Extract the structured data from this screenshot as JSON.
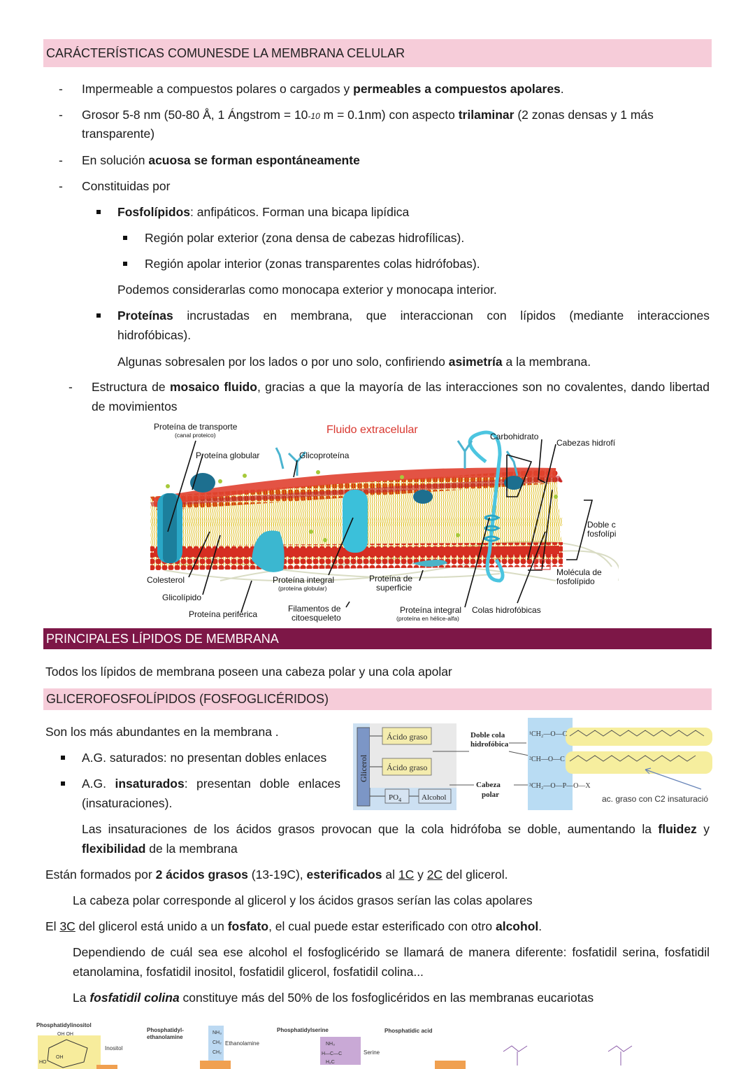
{
  "section1": {
    "title_bold": "CARÁCTERÍSTICAS COMUNES",
    "title_rest": " DE LA MEMBRANA CELULAR",
    "b1_pre": "Impermeable a compuestos polares o cargados y ",
    "b1_bold": "permeables a compuestos apolares",
    "b1_post": ".",
    "b2_pre": "Grosor 5-8 nm (50-80 Å, 1 Ángstrom = 10",
    "b2_sup": "-10",
    "b2_mid": " m = 0.1nm) con aspecto ",
    "b2_bold": "trilaminar",
    "b2_post": " (2 zonas densas y 1 más",
    "b2_line2": "transparente)",
    "b3_pre": "En solución ",
    "b3_bold": "acuosa se forman espontáneamente",
    "b4": "Constituidas por",
    "fos_bold": "Fosfolípidos",
    "fos_rest": ": anfipáticos. Forman una bicapa lipídica",
    "reg1": "Región polar exterior (zona densa de cabezas hidrofílicas).",
    "reg2": "Región apolar interior (zonas transparentes colas hidrófobas).",
    "mono": "Podemos considerarlas como monocapa exterior y monocapa interior.",
    "prot_bold": "Proteínas",
    "prot_rest": " incrustadas en membrana, que interaccionan con lípidos (mediante interacciones",
    "prot_line2": "hidrofóbicas).",
    "algunas_pre": "Algunas sobresalen por los lados o por uno solo, confiriendo ",
    "algunas_bold": "asimetría",
    "algunas_post": " a la membrana.",
    "mos_pre": "Estructura de ",
    "mos_bold": "mosaico fluido",
    "mos_post": ", gracias a que la mayoría de las interacciones son no covalentes, dando libertad",
    "mos_line2": "de movimientos"
  },
  "membrane_figure": {
    "title": "Fluido extracelular",
    "labels": {
      "transport": "Proteína de transporte",
      "transport_sub": "(canal proteico)",
      "globular": "Proteína globular",
      "glicoproteina": "Glicoproteína",
      "carbohidrato": "Carbohidrato",
      "cabezas": "Cabezas hidrofí",
      "doble": "Doble c",
      "doble2": "fosfolípi",
      "molecula": "Molécula de",
      "molecula2": "fosfolípido",
      "colesterol": "Colesterol",
      "glicolipido": "Glicolípido",
      "periferica": "Proteína periférica",
      "integral": "Proteína integral",
      "integral_sub": "(proteína globular)",
      "filamentos": "Filamentos de",
      "filamentos2": "citoesqueleto",
      "superficie": "Proteína de",
      "superficie2": "superficie",
      "integral2": "Proteína integral",
      "integral2_sub": "(proteína en hélice-alfa)",
      "colas": "Colas hidrofóbicas"
    }
  },
  "section2": {
    "title": "PRINCIPALES LÍPIDOS DE MEMBRANA",
    "intro": "Todos los lípidos de membrana poseen una cabeza polar y una cola apolar"
  },
  "section3": {
    "title": "GLICEROFOSFOLÍPIDOS  (FOSFOGLICÉRIDOS)",
    "p1": "Son los más abundantes en la membrana .",
    "s1": "A.G. saturados: no presentan dobles enlaces",
    "s2_pre": "A.G. ",
    "s2_bold": "insaturados",
    "s2_post": ": presentan doble enlaces",
    "s2_line2": "(insaturaciones).",
    "ins_pre": "Las insaturaciones de los ácidos grasos provocan que la cola hidrófoba se doble, aumentando la ",
    "ins_bold1": "fluidez",
    "ins_mid": " y",
    "ins_bold2": "flexibilidad",
    "ins_post": " de la membrana",
    "f1_pre": "Están formados por ",
    "f1_b1": "2 ácidos grasos",
    "f1_mid": " (13-19C), ",
    "f1_b2": "esterificados",
    "f1_mid2": " al ",
    "f1_u1": "1C",
    "f1_y": " y ",
    "f1_u2": "2C",
    "f1_post": " del glicerol.",
    "cab": "La cabeza polar corresponde al glicerol y los ácidos grasos serían las colas apolares",
    "f3_pre": "El ",
    "f3_u": "3C",
    "f3_mid": " del glicerol está unido a un ",
    "f3_b1": "fosfato",
    "f3_mid2": ", el cual puede estar esterificado con otro ",
    "f3_b2": "alcohol",
    "f3_post": ".",
    "dep1": "Dependiendo de cuál sea ese alcohol el fosfoglicérido se llamará de manera diferente: fosfatidil serina, fosfatidil",
    "dep2": "etanolamina, fosfatidil inositol, fosfatidil glicerol, fosfatidil colina...",
    "la_pre": "La ",
    "la_bi": "fosfatidil colina",
    "la_post": " constituye más del 50% de los fosfoglicéridos en las membranas eucariotas"
  },
  "glycero_figure": {
    "glicerol": "Glicerol",
    "acido1": "Ácido graso",
    "acido2": "Ácido graso",
    "po4": "PO",
    "po4_sub": "4",
    "alcohol": "Alcohol",
    "doble": "Doble cola",
    "doble2": "hidrofóbica",
    "cabeza": "Cabeza",
    "cabeza2": "polar",
    "c1": "¹CH₂—O—C",
    "c2": "²CH—O—C",
    "c3": "³CH₂—O—P—O—X",
    "insat": "ac. graso  con C2 insaturació"
  },
  "bottom_figure": {
    "pi": "Phosphatidylinositol",
    "pe": "Phosphatidyl-",
    "pe2": "ethanolamine",
    "ps": "Phosphatidylserine",
    "pa": "Phosphatidic acid",
    "inositol": "Inositol",
    "ethanolamine": "Ethanolamine",
    "serine": "Serine"
  }
}
